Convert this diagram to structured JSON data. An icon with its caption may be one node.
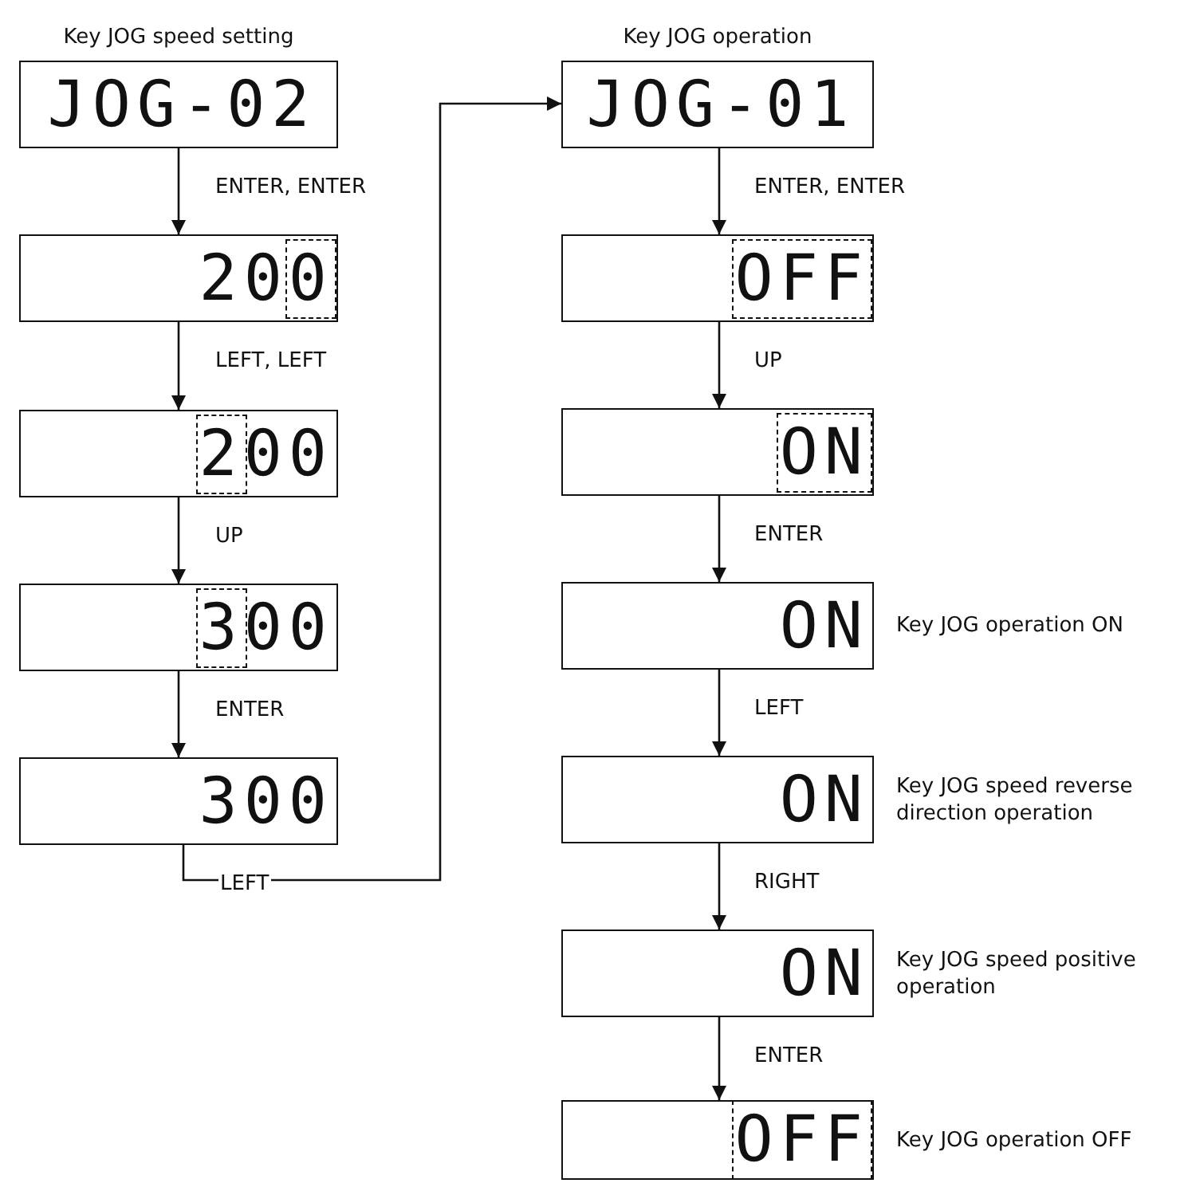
{
  "diagram": {
    "nodes": [
      {
        "text": [
          "Key JOG speed setting",
          "JOG-02"
        ]
      },
      {
        "text": [
          "200"
        ]
      },
      {
        "text": [
          "200"
        ]
      },
      {
        "text": [
          "300"
        ]
      },
      {
        "text": [
          "300"
        ]
      },
      {
        "text": [
          "Key JOG operation",
          "JOG-01"
        ]
      },
      {
        "text": [
          "OFF"
        ]
      },
      {
        "text": [
          "ON"
        ]
      },
      {
        "text": [
          "ON"
        ],
        "beside": [
          "Key JOG operation ON"
        ]
      },
      {
        "text": [
          "ON"
        ],
        "beside": [
          "Key JOG speed reverse direction operation"
        ]
      },
      {
        "text": [
          "ON"
        ],
        "beside": [
          "Key JOG speed positive operation"
        ]
      },
      {
        "text": [
          "OFF"
        ],
        "beside": [
          "Key JOG operation OFF"
        ]
      }
    ],
    "edges": [
      {
        "from": 0,
        "to": 1,
        "arrow": "to",
        "label": "ENTER, ENTER"
      },
      {
        "from": 1,
        "to": 2,
        "arrow": "to",
        "label": "LEFT, LEFT"
      },
      {
        "from": 2,
        "to": 3,
        "arrow": "to",
        "label": "UP"
      },
      {
        "from": 3,
        "to": 4,
        "arrow": "to",
        "label": "ENTER"
      },
      {
        "from": 4,
        "to": 5,
        "arrow": "to",
        "label": "LEFT"
      },
      {
        "from": 5,
        "to": 6,
        "arrow": "to",
        "label": "ENTER, ENTER"
      },
      {
        "from": 6,
        "to": 7,
        "arrow": "to",
        "label": "UP"
      },
      {
        "from": 7,
        "to": 8,
        "arrow": "to",
        "label": "ENTER"
      },
      {
        "from": 8,
        "to": 9,
        "arrow": "to",
        "label": "LEFT"
      },
      {
        "from": 9,
        "to": 10,
        "arrow": "to",
        "label": "RIGHT"
      },
      {
        "from": 10,
        "to": 11,
        "arrow": "to",
        "label": "ENTER"
      }
    ]
  }
}
